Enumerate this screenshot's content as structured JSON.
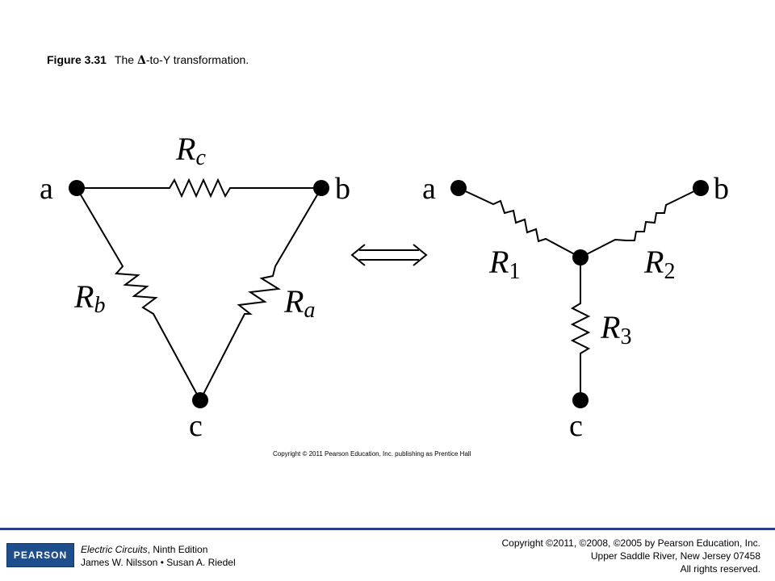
{
  "caption": {
    "number": "Figure 3.31",
    "text_before": "The ",
    "symbol": "Δ",
    "text_after": "-to-Y transformation."
  },
  "delta_network": {
    "nodes": {
      "a": "a",
      "b": "b",
      "c": "c"
    },
    "resistors": {
      "top": {
        "base": "R",
        "sub": "c"
      },
      "left": {
        "base": "R",
        "sub": "b"
      },
      "right": {
        "base": "R",
        "sub": "a"
      }
    }
  },
  "wye_network": {
    "nodes": {
      "a": "a",
      "b": "b",
      "c": "c"
    },
    "resistors": {
      "r1": {
        "base": "R",
        "sub": "1"
      },
      "r2": {
        "base": "R",
        "sub": "2"
      },
      "r3": {
        "base": "R",
        "sub": "3"
      }
    }
  },
  "equivalence_symbol": "double-arrow-icon",
  "figure_copyright": "Copyright © 2011 Pearson Education, Inc. publishing as Prentice Hall",
  "footer": {
    "logo": "PEARSON",
    "book_title": "Electric Circuits",
    "book_edition": ", Ninth Edition",
    "authors": "James W. Nilsson • Susan A. Riedel",
    "copyright_line1": "Copyright ©2011, ©2008, ©2005 by Pearson Education, Inc.",
    "copyright_line2": "Upper Saddle River, New Jersey 07458",
    "copyright_line3": "All rights reserved."
  },
  "colors": {
    "footer_rule": "#2c3d8e",
    "logo_bg": "#1f4e8c",
    "ink": "#000000"
  }
}
